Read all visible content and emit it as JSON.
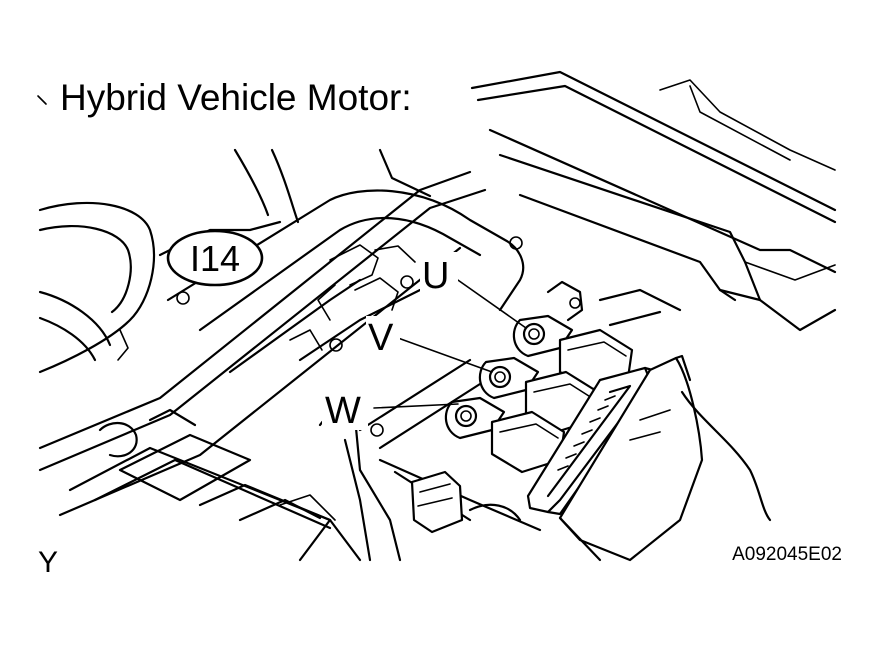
{
  "title": "Hybrid Vehicle Motor:",
  "connector_id": "I14",
  "terminals": [
    {
      "label": "U"
    },
    {
      "label": "V"
    },
    {
      "label": "W"
    }
  ],
  "corner_mark": "Y",
  "figure_code": "A092045E02"
}
